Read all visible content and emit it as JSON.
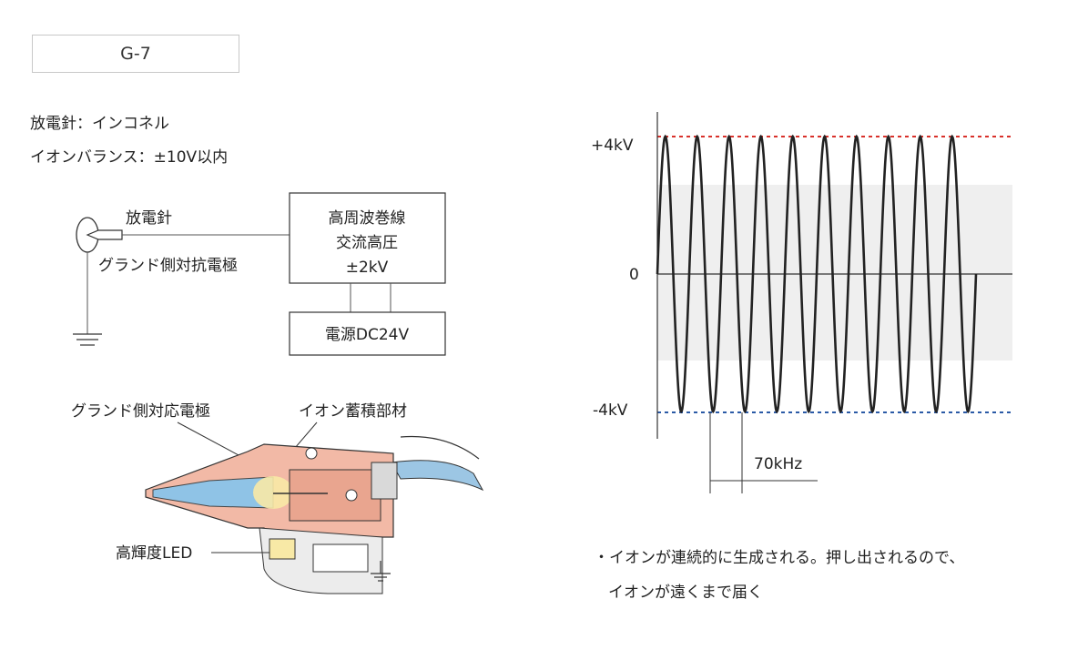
{
  "tag": "G-7",
  "specs": {
    "needle": "放電針：インコネル",
    "ion_balance": "イオンバランス：±10V以内"
  },
  "circuit": {
    "needle_label": "放電針",
    "ground_electrode_label": "グランド側対抗電極",
    "box1": [
      "高周波巻線",
      "交流高圧",
      "±2kV"
    ],
    "box2": "電源DC24V"
  },
  "gun": {
    "ground_electrode_label": "グランド側対応電極",
    "ion_storage_label": "イオン蓄積部材",
    "led_label": "高輝度LED",
    "colors": {
      "body": "#f2b9a6",
      "inner": "#e9a58f",
      "blue": "#8fc3e6",
      "glow": "#f8e9a6",
      "cable": "#9cc6e4"
    }
  },
  "waveform": {
    "pos_label": "+4kV",
    "zero_label": "0",
    "neg_label": "-4kV",
    "freq_label": "70kHz",
    "amplitude_kv": 4,
    "cycles": 10,
    "pos_line_color": "#d9312b",
    "neg_line_color": "#2b5aa6",
    "band_color": "#efefef"
  },
  "caption": {
    "line1": "・イオンが連続的に生成される。押し出されるので、",
    "line2": "イオンが遠くまで届く"
  }
}
